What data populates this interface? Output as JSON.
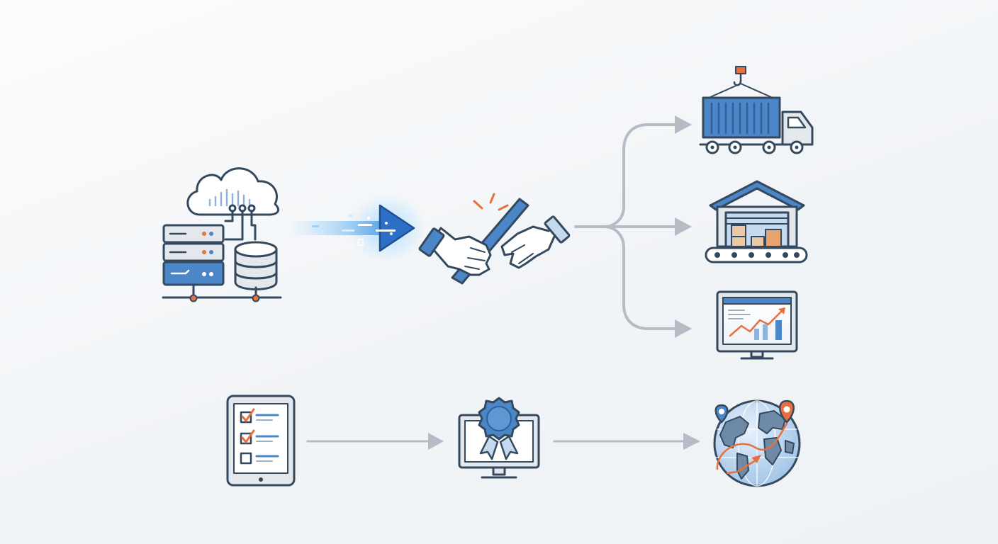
{
  "diagram": {
    "nodes": [
      {
        "id": "data-infrastructure",
        "icon": "cloud-server-database-icon"
      },
      {
        "id": "data-transfer",
        "icon": "digital-arrow-icon"
      },
      {
        "id": "handover",
        "icon": "baton-handoff-icon"
      },
      {
        "id": "container-truck",
        "icon": "container-truck-icon"
      },
      {
        "id": "warehouse",
        "icon": "warehouse-conveyor-icon"
      },
      {
        "id": "analytics-monitor",
        "icon": "analytics-monitor-icon"
      },
      {
        "id": "checklist-tablet",
        "icon": "checklist-tablet-icon"
      },
      {
        "id": "certified-monitor",
        "icon": "award-monitor-icon"
      },
      {
        "id": "global-delivery",
        "icon": "globe-route-icon"
      }
    ],
    "edges": [
      {
        "from": "data-infrastructure",
        "to": "handover"
      },
      {
        "from": "handover",
        "to": "container-truck"
      },
      {
        "from": "handover",
        "to": "warehouse"
      },
      {
        "from": "handover",
        "to": "analytics-monitor"
      },
      {
        "from": "checklist-tablet",
        "to": "certified-monitor"
      },
      {
        "from": "certified-monitor",
        "to": "global-delivery"
      }
    ]
  },
  "colors": {
    "outline": "#34495e",
    "primary_blue": "#4a86c8",
    "light_blue": "#c5d9ef",
    "accent_orange": "#e8703f",
    "connector_gray": "#b4bcc6",
    "panel_gray": "#e4e8ed"
  }
}
